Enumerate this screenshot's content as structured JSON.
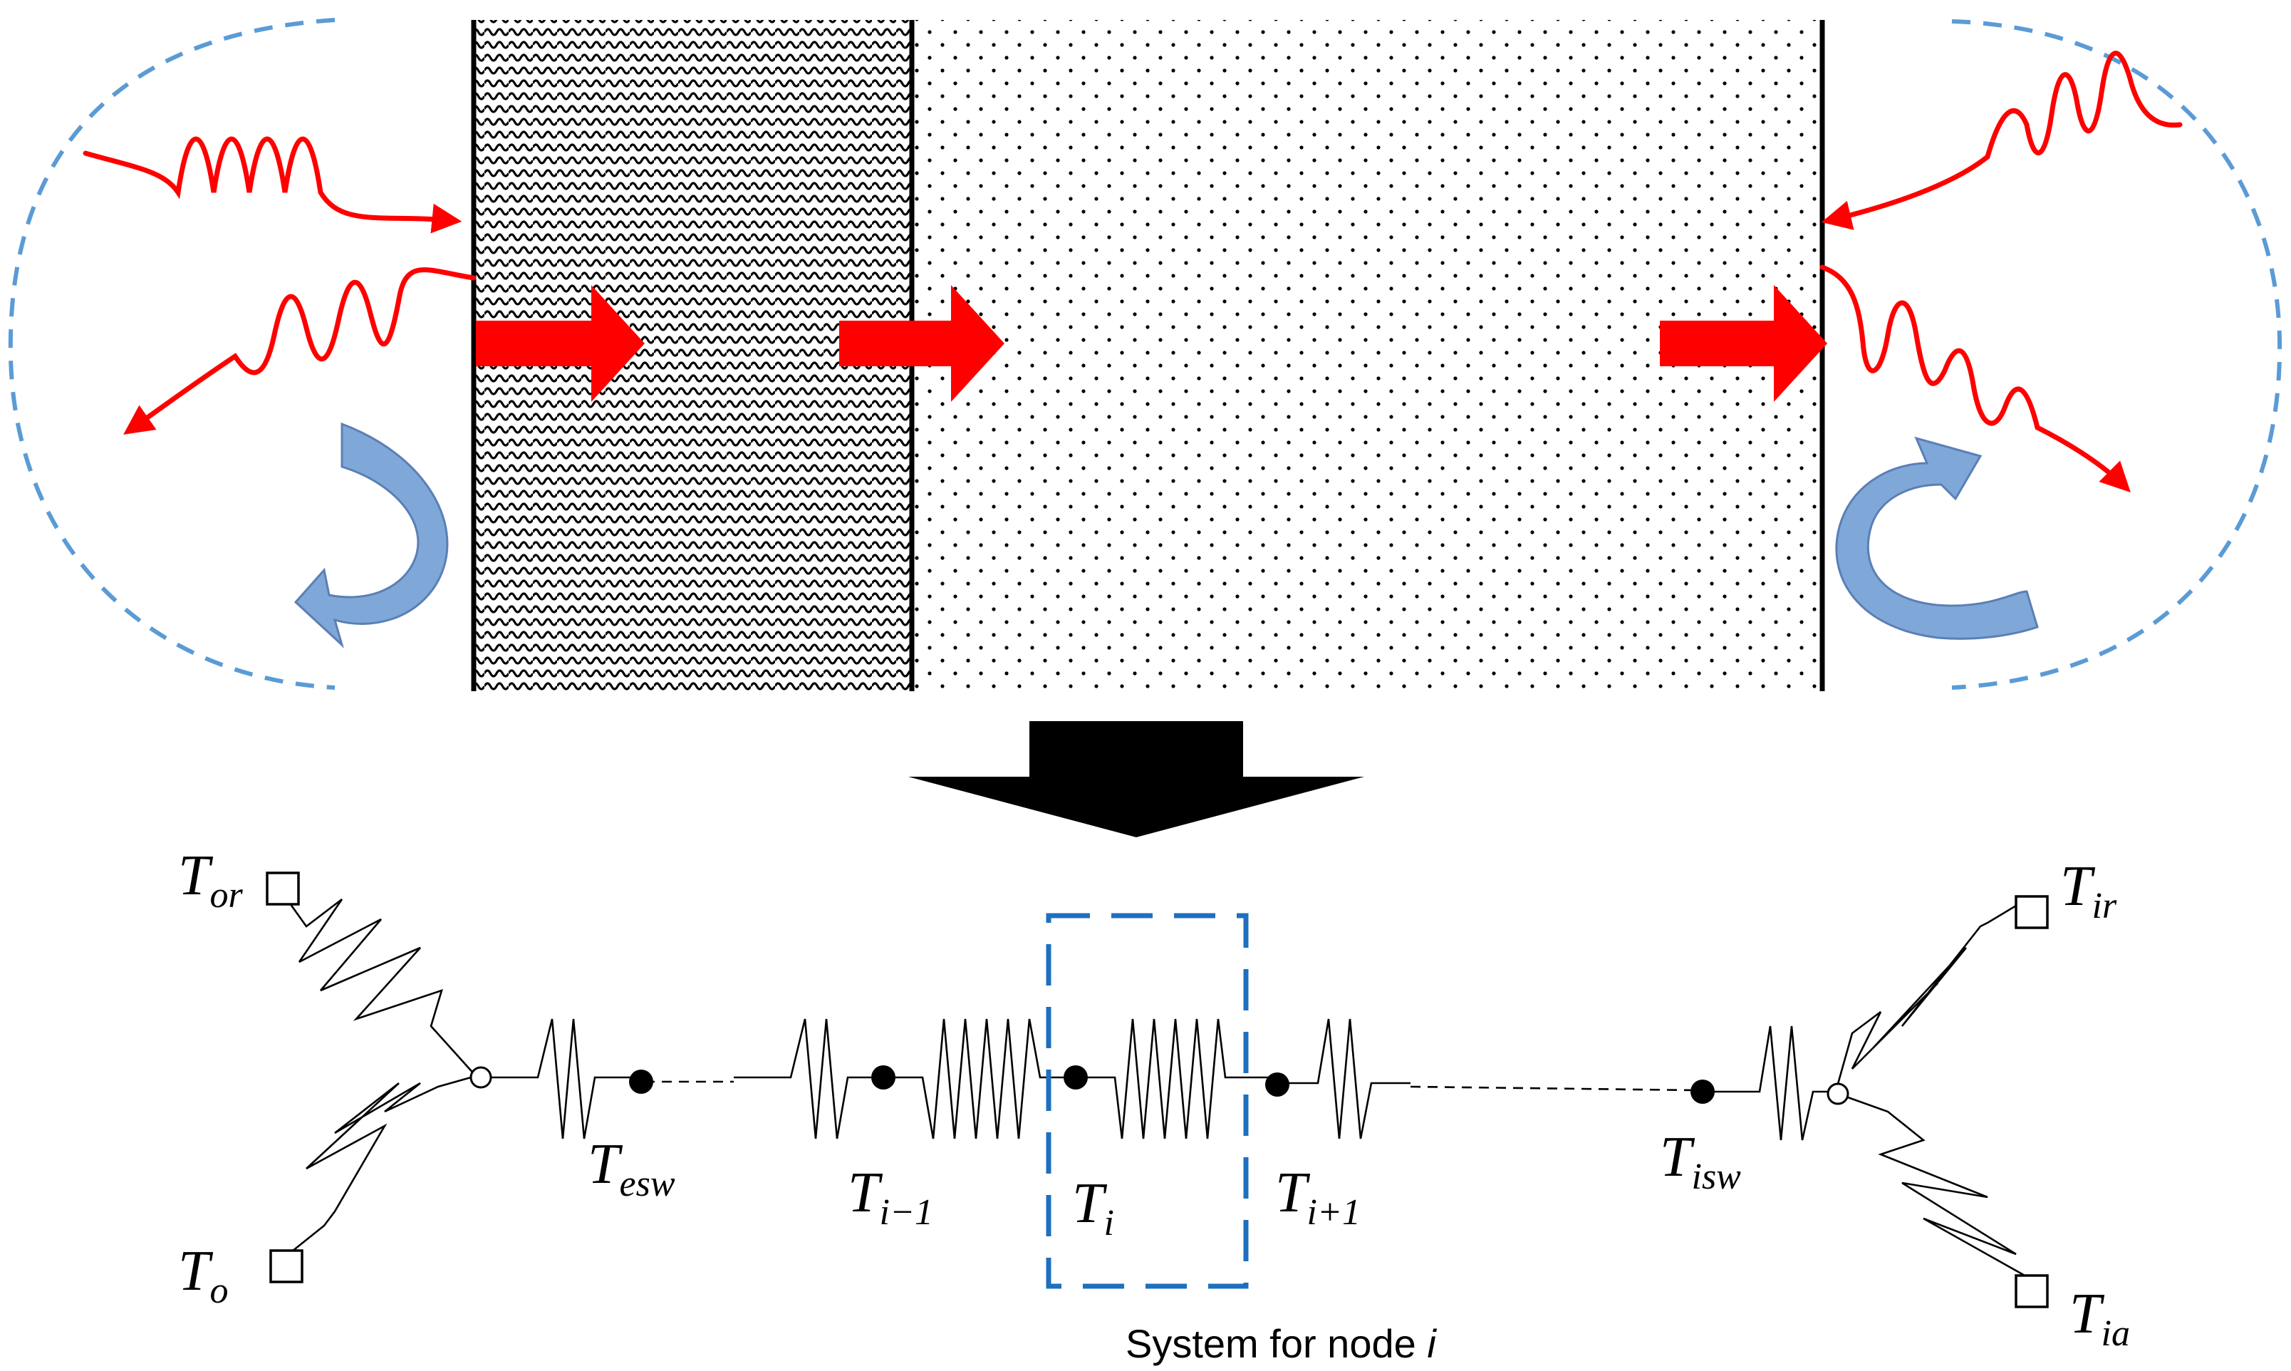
{
  "colors": {
    "heat_arrow": "#ff0000",
    "boundary_dash": "#5b9bd5",
    "convection_fill": "#7fa7d8",
    "convection_stroke": "#5a7fb5",
    "system_box": "#1f6fbf",
    "line": "#000000"
  },
  "labels": {
    "t_or": {
      "base": "T",
      "sub": "or"
    },
    "t_o": {
      "base": "T",
      "sub": "o"
    },
    "t_esw": {
      "base": "T",
      "sub": "esw"
    },
    "t_i_minus_1": {
      "base": "T",
      "sub": "i−1"
    },
    "t_i": {
      "base": "T",
      "sub": "i"
    },
    "t_i_plus_1": {
      "base": "T",
      "sub": "i+1"
    },
    "t_isw": {
      "base": "T",
      "sub": "isw"
    },
    "t_ir": {
      "base": "T",
      "sub": "ir"
    },
    "t_ia": {
      "base": "T",
      "sub": "ia"
    }
  },
  "caption": {
    "text": "System for node ",
    "node": "i"
  },
  "icons": {
    "wavy_arrow": "radiation-wave-arrow",
    "block_arrow": "conduction-arrow",
    "curved_arrow": "convection-curved-arrow",
    "down_arrow": "transform-arrow"
  }
}
